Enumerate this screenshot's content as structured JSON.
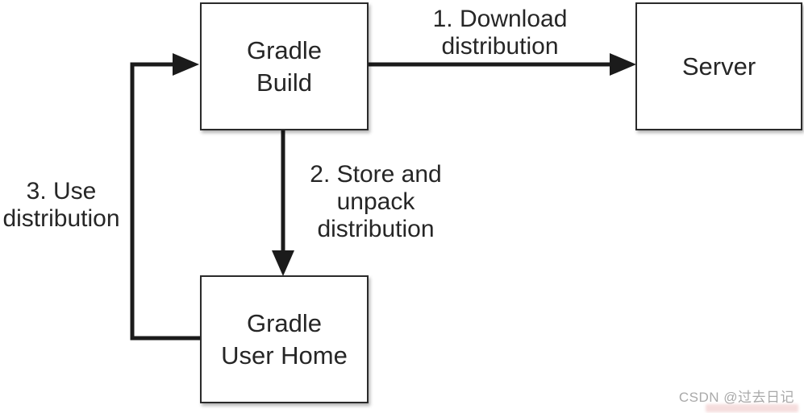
{
  "nodes": {
    "gradle_build": {
      "label": "Gradle\nBuild"
    },
    "server": {
      "label": "Server"
    },
    "gradle_user_home": {
      "label": "Gradle\nUser Home"
    }
  },
  "edges": {
    "download": {
      "label": "1. Download\ndistribution",
      "from": "gradle_build",
      "to": "server"
    },
    "store_unpack": {
      "label": "2. Store and\nunpack\ndistribution",
      "from": "gradle_build",
      "to": "gradle_user_home"
    },
    "use": {
      "label": "3. Use\ndistribution",
      "from": "gradle_user_home",
      "to": "gradle_build"
    }
  },
  "watermark": {
    "text": "CSDN @过去日记"
  },
  "colors": {
    "background": "#ffffff",
    "node_fill": "#ffffff",
    "node_border": "#2a2a2a",
    "line": "#1b1b1b",
    "text": "#262626",
    "watermark_text": "#a9a9a9",
    "watermark_faint": "#e29e9e"
  }
}
